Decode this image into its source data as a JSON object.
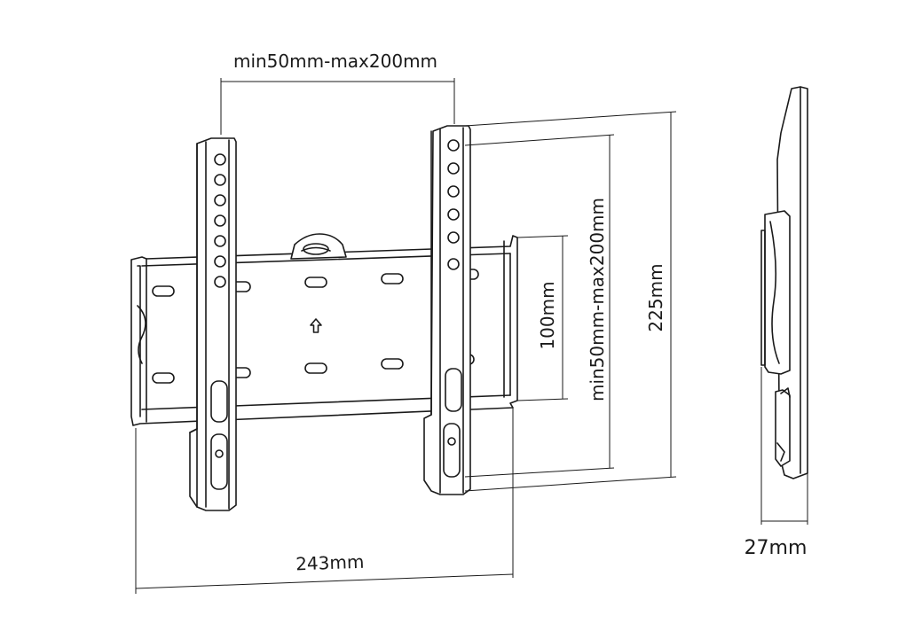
{
  "dimensions": {
    "top_width": "min50mm-max200mm",
    "inner_height": "100mm",
    "vesa_height": "min50mm-max200mm",
    "total_height": "225mm",
    "total_width": "243mm",
    "depth": "27mm"
  }
}
